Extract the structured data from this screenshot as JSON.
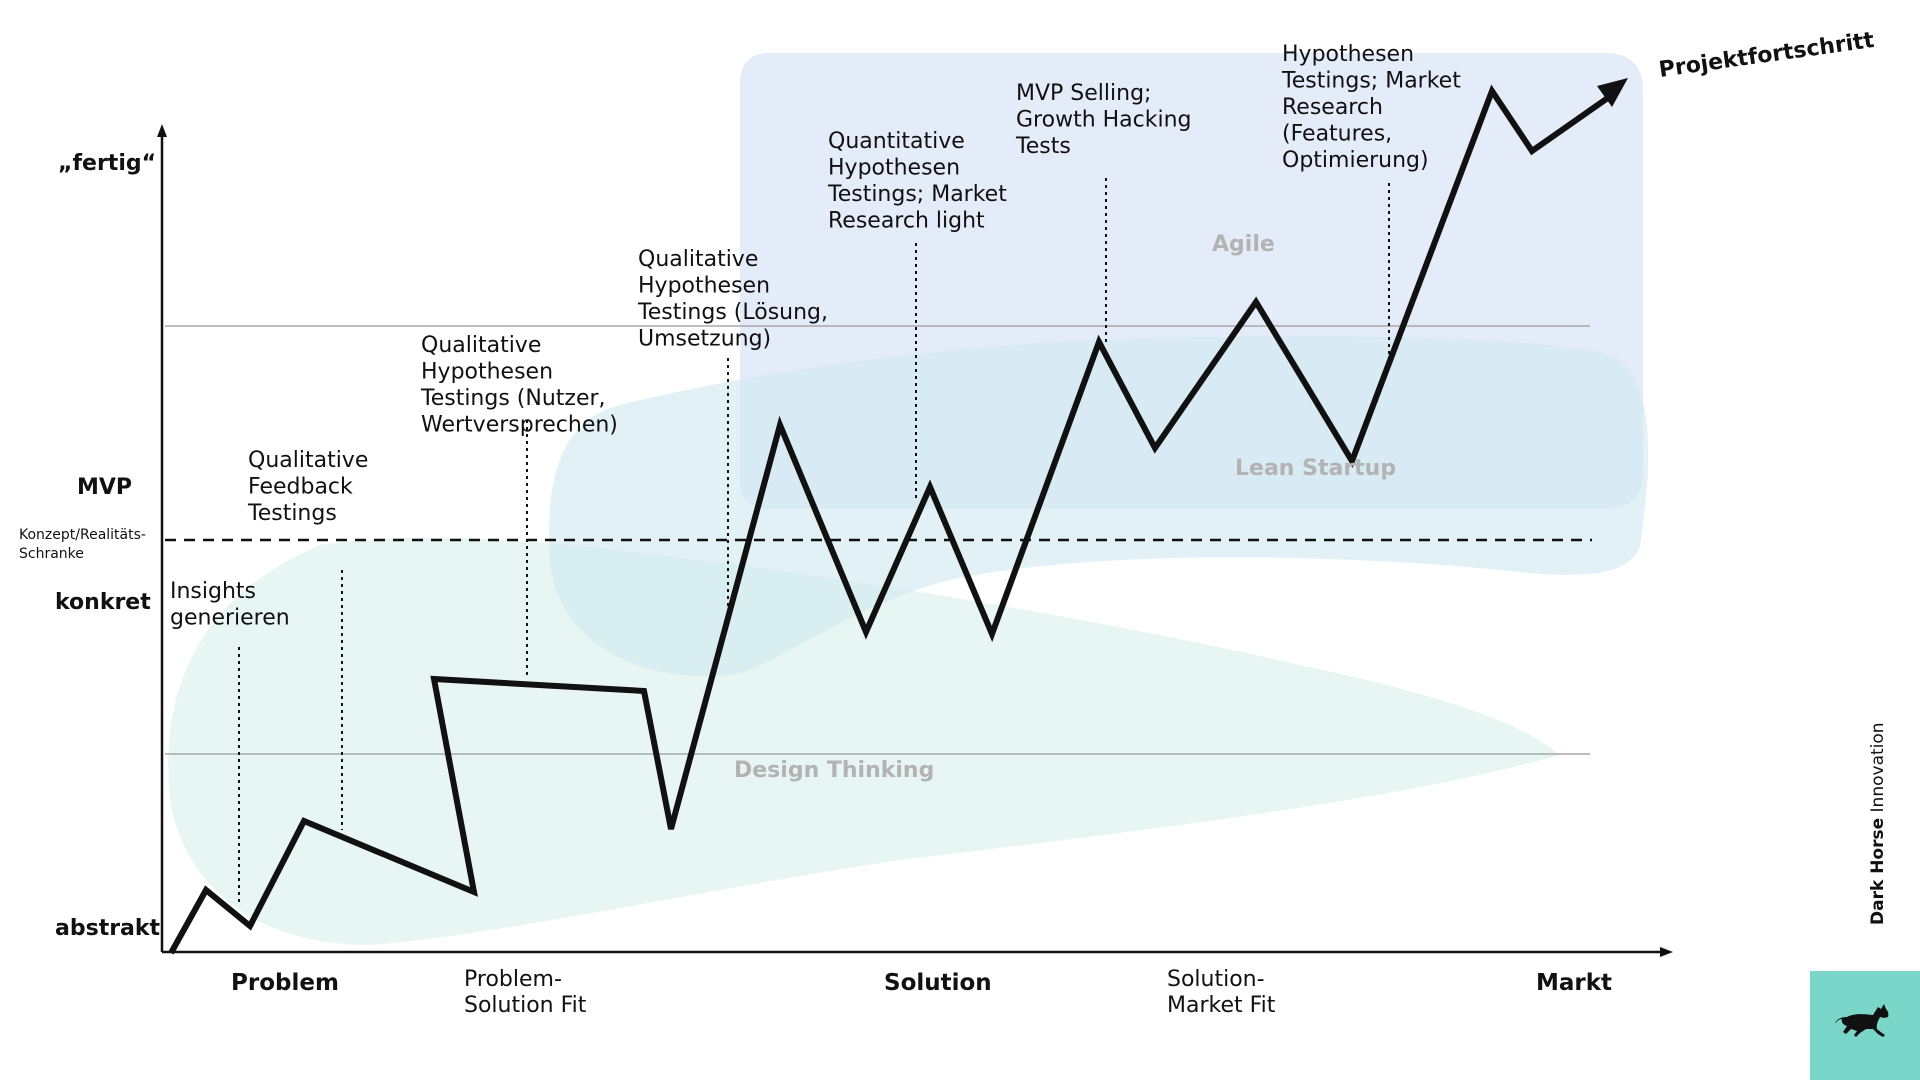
{
  "title": "Projektfortschritt",
  "y_axis": {
    "fertig": "„fertig“",
    "mvp": "MVP",
    "schranke": [
      "Konzept/Realitäts-",
      "Schranke"
    ],
    "konkret": "konkret",
    "abstrakt": "abstrakt"
  },
  "x_axis": {
    "problem": "Problem",
    "psfit": [
      "Problem-",
      "Solution Fit"
    ],
    "solution": "Solution",
    "smfit": [
      "Solution-",
      "Market Fit"
    ],
    "markt": "Markt"
  },
  "regions": {
    "agile": "Agile",
    "lean": "Lean Startup",
    "design": "Design Thinking"
  },
  "annotations": [
    [
      "Insights",
      "generieren"
    ],
    [
      "Qualitative",
      "Feedback",
      "Testings"
    ],
    [
      "Qualitative",
      "Hypothesen",
      "Testings (Nutzer,",
      "Wertversprechen)"
    ],
    [
      "Qualitative",
      "Hypothesen",
      "Testings (Lösung,",
      "Umsetzung)"
    ],
    [
      "Quantitative",
      "Hypothesen",
      "Testings; Market",
      "Research light"
    ],
    [
      "MVP Selling;",
      "Growth Hacking",
      "Tests"
    ],
    [
      "Hypothesen",
      "Testings; Market",
      "Research",
      "(Features,",
      "Optimierung)"
    ]
  ],
  "brand": {
    "bold": "Dark Horse",
    "rest": " Innovation",
    "logo": "horse-icon"
  },
  "colors": {
    "agile": "#e4ecf9",
    "lean": "#d6ecf1",
    "design": "#e8f6f3",
    "brand": "#79d6c9"
  }
}
